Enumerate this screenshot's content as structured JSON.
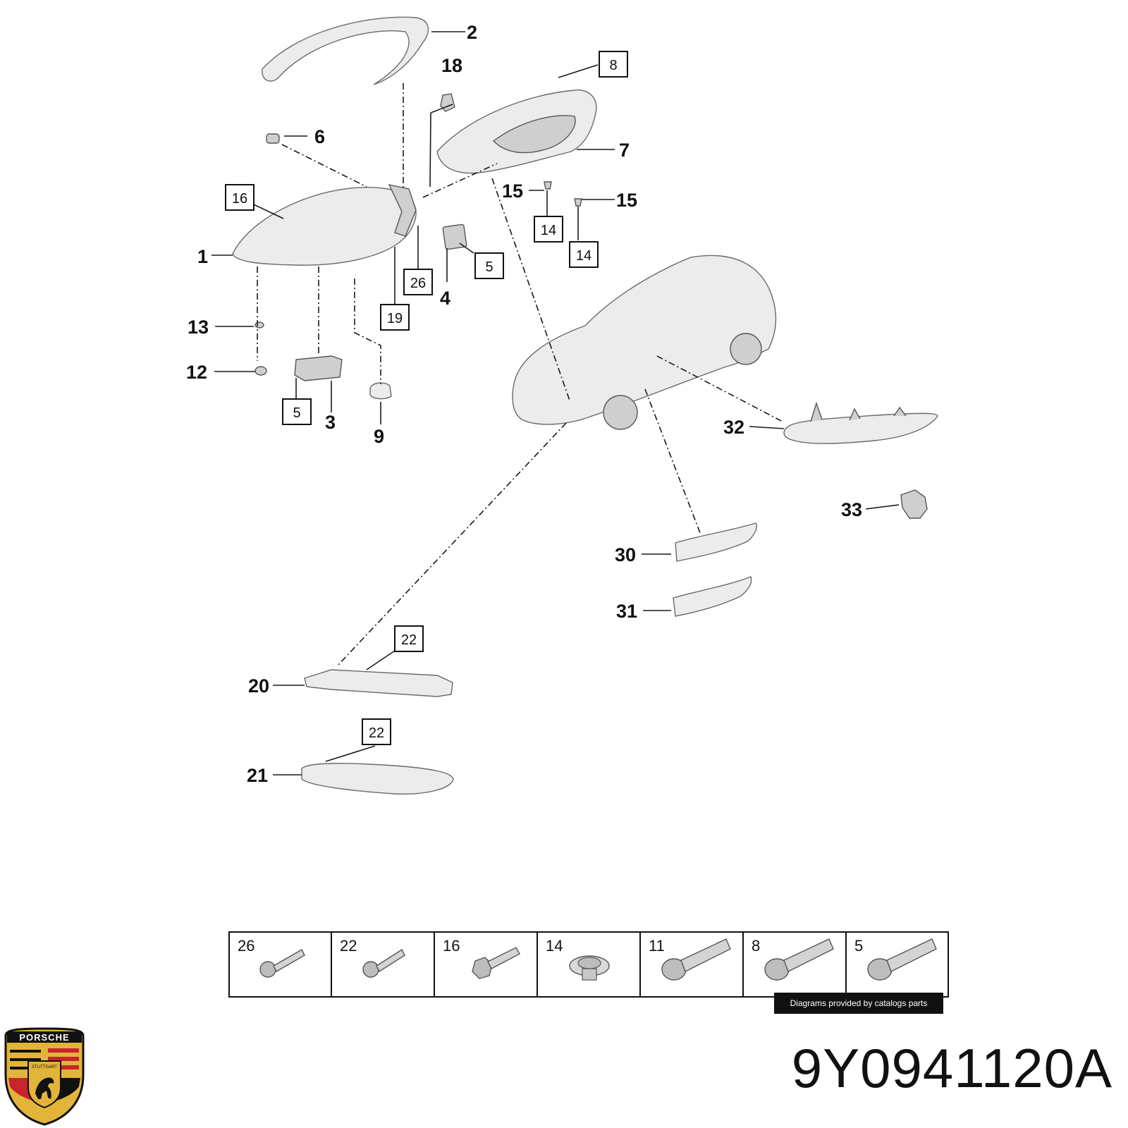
{
  "diagram": {
    "callouts": [
      {
        "id": "c1",
        "label": "1"
      },
      {
        "id": "c2",
        "label": "2"
      },
      {
        "id": "c3",
        "label": "3"
      },
      {
        "id": "c4",
        "label": "4"
      },
      {
        "id": "c6",
        "label": "6"
      },
      {
        "id": "c7",
        "label": "7"
      },
      {
        "id": "c9",
        "label": "9"
      },
      {
        "id": "c12",
        "label": "12"
      },
      {
        "id": "c13",
        "label": "13"
      },
      {
        "id": "c15a",
        "label": "15"
      },
      {
        "id": "c15b",
        "label": "15"
      },
      {
        "id": "c18",
        "label": "18"
      },
      {
        "id": "c20",
        "label": "20"
      },
      {
        "id": "c21",
        "label": "21"
      },
      {
        "id": "c30",
        "label": "30"
      },
      {
        "id": "c31",
        "label": "31"
      },
      {
        "id": "c32",
        "label": "32"
      },
      {
        "id": "c33",
        "label": "33"
      }
    ],
    "boxed_refs": [
      {
        "id": "b16",
        "label": "16"
      },
      {
        "id": "b8",
        "label": "8"
      },
      {
        "id": "b14a",
        "label": "14"
      },
      {
        "id": "b14b",
        "label": "14"
      },
      {
        "id": "b5a",
        "label": "5"
      },
      {
        "id": "b26",
        "label": "26"
      },
      {
        "id": "b19",
        "label": "19"
      },
      {
        "id": "b5b",
        "label": "5"
      },
      {
        "id": "b22a",
        "label": "22"
      },
      {
        "id": "b22b",
        "label": "22"
      }
    ]
  },
  "fastener_table": [
    "26",
    "22",
    "16",
    "14",
    "11",
    "8",
    "5"
  ],
  "credit": "Diagrams provided by catalogs parts",
  "part_number": "9Y0941120A",
  "brand": {
    "logo_text": "PORSCHE",
    "logo_subtext": "STUTTGART",
    "colors": {
      "gold": "#e2b43a",
      "red": "#c8242b",
      "black": "#111111"
    }
  }
}
